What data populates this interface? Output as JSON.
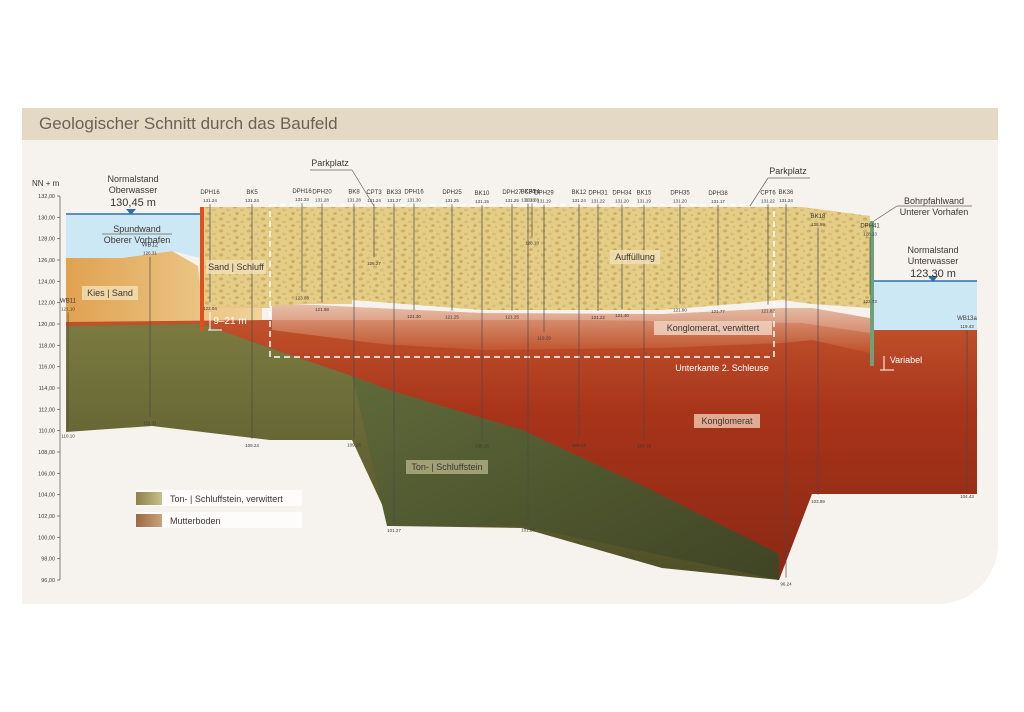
{
  "title": "Geologischer Schnitt durch das Baufeld",
  "axis": {
    "label": "NN + m",
    "ticks": [
      "132,00",
      "130,00",
      "128,00",
      "126,00",
      "124,00",
      "122,00",
      "120,00",
      "118,00",
      "116,00",
      "114,00",
      "112,00",
      "110,00",
      "108,00",
      "106,00",
      "104,00",
      "102,00",
      "100,00",
      "98,00",
      "96,00"
    ]
  },
  "water": {
    "ober_title": "Normalstand",
    "ober_sub": "Oberwasser",
    "ober_value": "130,45 m",
    "unter_title": "Normalstand",
    "unter_sub": "Unterwasser",
    "unter_value": "123,30 m"
  },
  "labels": {
    "spundwand_1": "Spundwand",
    "spundwand_2": "Oberer Vorhafen",
    "bohrpfahl_1": "Bohrpfahlwand",
    "bohrpfahl_2": "Unterer Vorhafen",
    "parkplatz_left": "Parkplatz",
    "parkplatz_right": "Parkplatz",
    "sand_schluff": "Sand | Schluff",
    "kies_sand": "Kies | Sand",
    "auffuellung": "Auffüllung",
    "konglo_verw": "Konglomerat, verwittert",
    "unterkante": "Unterkante 2. Schleuse",
    "konglomerat": "Konglomerat",
    "ton_schluff": "Ton- | Schluffstein",
    "depth_range": "9–21 m",
    "variabel": "Variabel"
  },
  "legend": [
    {
      "label": "Ton- | Schluffstein, verwittert",
      "color": "#8a8246"
    },
    {
      "label": "Mutterboden",
      "color": "#9a6a45"
    }
  ],
  "boreholes": [
    {
      "name": "WB11",
      "top": "121.10",
      "bottom": "110.10"
    },
    {
      "name": "WB12",
      "top": "126.31",
      "bottom": "111.31"
    },
    {
      "name": "DPH16",
      "top": "131.24",
      "bottom": "122.04"
    },
    {
      "name": "BK5",
      "top": "131.24",
      "bottom": "109.24"
    },
    {
      "name": "DPH16",
      "top": "131.33",
      "bottom": "123.03"
    },
    {
      "name": "DPH20",
      "top": "131.28",
      "bottom": "121.98"
    },
    {
      "name": "BK8",
      "top": "131.28",
      "bottom": "109.25"
    },
    {
      "name": "CPT3",
      "top": "131.24",
      "bottom": "126.27"
    },
    {
      "name": "BK33",
      "top": "131.27",
      "bottom": "101.27"
    },
    {
      "name": "DPH16",
      "top": "131.30",
      "bottom": "121.30"
    },
    {
      "name": "DPH25",
      "top": "131.25",
      "bottom": "121.25"
    },
    {
      "name": "BK10",
      "top": "131.15",
      "bottom": "109.15"
    },
    {
      "name": "DPH27",
      "top": "131.25",
      "bottom": "121.25"
    },
    {
      "name": "CPT4",
      "top": "131.28",
      "bottom": "128.18"
    },
    {
      "name": "BK34",
      "top": "131.28",
      "bottom": "101.28"
    },
    {
      "name": "DPH29",
      "top": "131.19",
      "bottom": "119.29"
    },
    {
      "name": "BK12",
      "top": "131.24",
      "bottom": "109.24"
    },
    {
      "name": "DPH31",
      "top": "131.22",
      "bottom": "121.22"
    },
    {
      "name": "DPH34",
      "top": "131.20",
      "bottom": "121.40"
    },
    {
      "name": "BK15",
      "top": "131.19",
      "bottom": "109.19"
    },
    {
      "name": "DPH35",
      "top": "131.20",
      "bottom": "121.90"
    },
    {
      "name": "DPH38",
      "top": "131.17",
      "bottom": "121.77"
    },
    {
      "name": "CPT6",
      "top": "131.22",
      "bottom": "121.82"
    },
    {
      "name": "BK36",
      "top": "131.24",
      "bottom": "96.24"
    },
    {
      "name": "BK18",
      "top": "128.99",
      "bottom": "103.99"
    },
    {
      "name": "DPH41",
      "top": "128.13",
      "bottom": "122.73"
    },
    {
      "name": "WB13a",
      "top": "119.43",
      "bottom": "104.43"
    }
  ],
  "colors": {
    "water": "#c9e6f3",
    "fill": "#e3cc82",
    "sand": "#dfa85a",
    "konglomerat": "#b23a1a",
    "ton": "#6e6a3a",
    "spundwand": "#e0501e",
    "bohrpfahl": "#6fa07a"
  }
}
